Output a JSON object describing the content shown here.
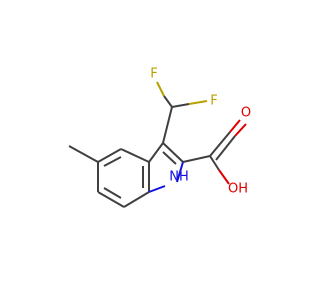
{
  "molecule": {
    "atoms": {
      "f_left": {
        "symbol": "F",
        "color": "#b8a000"
      },
      "f_right": {
        "symbol": "F",
        "color": "#b8a000"
      },
      "nh": {
        "symbol": "NH",
        "color": "#1010e0"
      },
      "oxygen_top": {
        "symbol": "O",
        "color": "#e00000"
      },
      "hydroxyl": {
        "symbol": "OH",
        "color": "#e00000"
      }
    },
    "colors": {
      "carbon_bond": "#404040",
      "heteroatom_oxygen": "#e00000",
      "heteroatom_nitrogen": "#1010e0",
      "heteroatom_fluorine": "#b8a000"
    }
  }
}
